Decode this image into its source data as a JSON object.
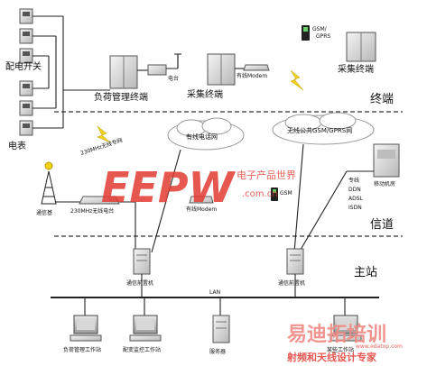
{
  "labels": {
    "switch": "配电开关",
    "meter": "电表",
    "load_terminal": "负荷管理终端",
    "station_radio": "电台",
    "collect_terminal_1": "采集终端",
    "cable_modem_top": "有线Modem",
    "gsm_gprs": "GSM/\nGPRS",
    "collect_terminal_2": "采集终端",
    "zone_terminal": "终端",
    "zone_channel": "信道",
    "zone_master": "主站",
    "radio_private": "230MHz无线专网",
    "wired_phone_net": "有线电话网",
    "wireless_gsm_net": "无线公共GSM/GPRS网",
    "relay_station": "通信基",
    "radio_230": "230MHz无线电台",
    "cable_modem_mid": "有线Modem",
    "gsm_label": "GSM",
    "dedicated_line": "专线",
    "ddn": "DDN",
    "adsl": "ADSL",
    "isdn": "ISDN",
    "mobile_room": "移动机房",
    "comm_server_1": "通信前置机",
    "comm_server_2": "通信前置机",
    "lan": "LAN",
    "load_workstation": "负荷管理工作站",
    "dispatch_workstation": "配变监控工作站",
    "server": "服务器",
    "other_workstation": "某些工作站"
  },
  "watermarks": {
    "eepw": "EEPW",
    "eepw_cn": "电子产品世界",
    "eepw_url": ".com.cn",
    "rf_cn": "射频和天线设计专家",
    "rf_logo": "易迪拓培训",
    "rf_url": "www.edatop.com"
  },
  "colors": {
    "line": "#222222",
    "watermark_red": "#e23a31",
    "watermark_pink": "#f08a84",
    "lightning": "#f2d21c",
    "cloud": "#ffffff"
  }
}
